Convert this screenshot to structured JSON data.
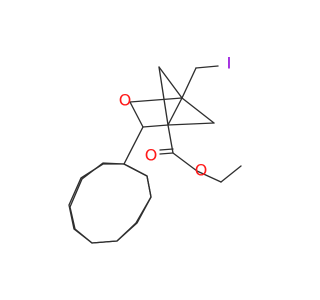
{
  "labels": {
    "iodine": "I",
    "ring_oxygen": "O",
    "carbonyl_oxygen": "O",
    "ester_oxygen": "O"
  },
  "colors": {
    "bond": "#2f2f2f",
    "oxygen": "#ff1a1a",
    "iodine": "#8f00d9",
    "background": "#ffffff"
  }
}
